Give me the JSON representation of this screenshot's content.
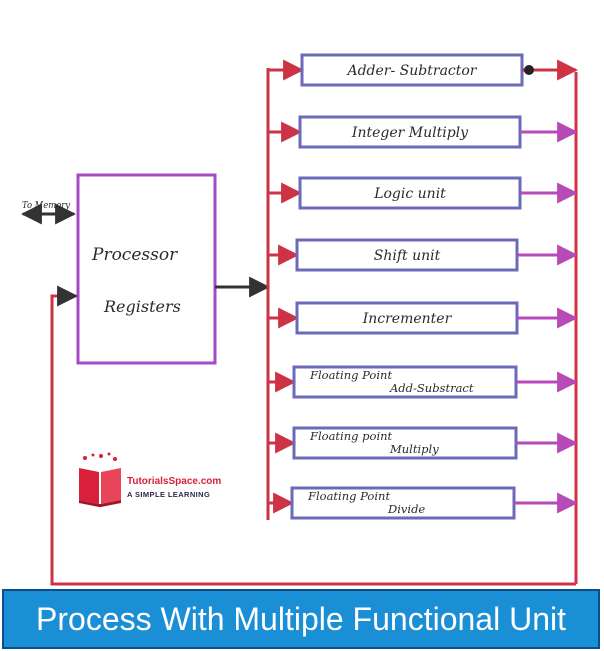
{
  "memory_label": "To Memory",
  "processor_label": [
    "Processor",
    "Registers"
  ],
  "units": [
    {
      "label": [
        "Adder- Subtractor"
      ]
    },
    {
      "label": [
        "Integer Multiply"
      ]
    },
    {
      "label": [
        "Logic unit"
      ]
    },
    {
      "label": [
        "Shift unit"
      ]
    },
    {
      "label": [
        "Incrementer"
      ]
    },
    {
      "label": [
        "Floating Point",
        "Add-Substract"
      ]
    },
    {
      "label": [
        "Floating point",
        "Multiply"
      ]
    },
    {
      "label": [
        "Floating Point",
        "Divide"
      ]
    }
  ],
  "logo": {
    "name": "TutorialsSpace.com",
    "tagline": "A SIMPLE LEARNING"
  },
  "caption": "Process With Multiple Functional Unit",
  "colors": {
    "bus": "#cc3344",
    "box_border": "#6a6ab8",
    "processor_border": "#a44ac8",
    "output_arrow": "#b84ab8",
    "memory_arrow": "#333333",
    "caption_bg": "#1a8fd6",
    "caption_text": "#ffffff",
    "logo_red": "#d8203a"
  }
}
